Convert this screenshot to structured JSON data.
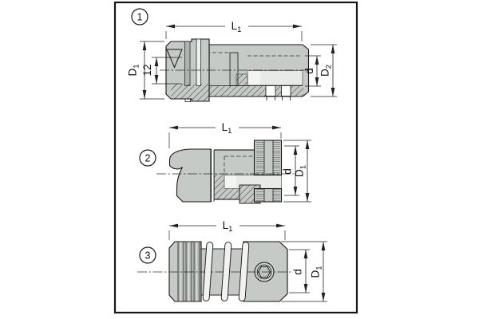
{
  "drawing": {
    "frame": {
      "border_color": "#161616",
      "background": "#ffffff"
    },
    "colors": {
      "body_fill": "#c6cac6",
      "groove_dark": "#b0b4b0",
      "bore_fill": "#e8eae7",
      "bore_highlight": "#f4f5f2",
      "coil_fill": "#f2f3f0",
      "line": "#161616"
    },
    "views": [
      {
        "badge": "1",
        "dim_length": {
          "main": "L",
          "sub": "1"
        },
        "dim_left_outer": {
          "main": "D",
          "sub": "1"
        },
        "dim_left_inner": {
          "main": "12",
          "sub": ""
        },
        "dim_right_inner": {
          "main": "d",
          "sub": ""
        },
        "dim_right_outer": {
          "main": "D",
          "sub": "2"
        }
      },
      {
        "badge": "2",
        "dim_length": {
          "main": "L",
          "sub": "1"
        },
        "dim_right_inner": {
          "main": "d",
          "sub": ""
        },
        "dim_right_outer": {
          "main": "D",
          "sub": "1"
        }
      },
      {
        "badge": "3",
        "dim_length": {
          "main": "L",
          "sub": "1"
        },
        "dim_right_inner": {
          "main": "d",
          "sub": ""
        },
        "dim_right_outer": {
          "main": "D",
          "sub": "1"
        }
      }
    ]
  }
}
